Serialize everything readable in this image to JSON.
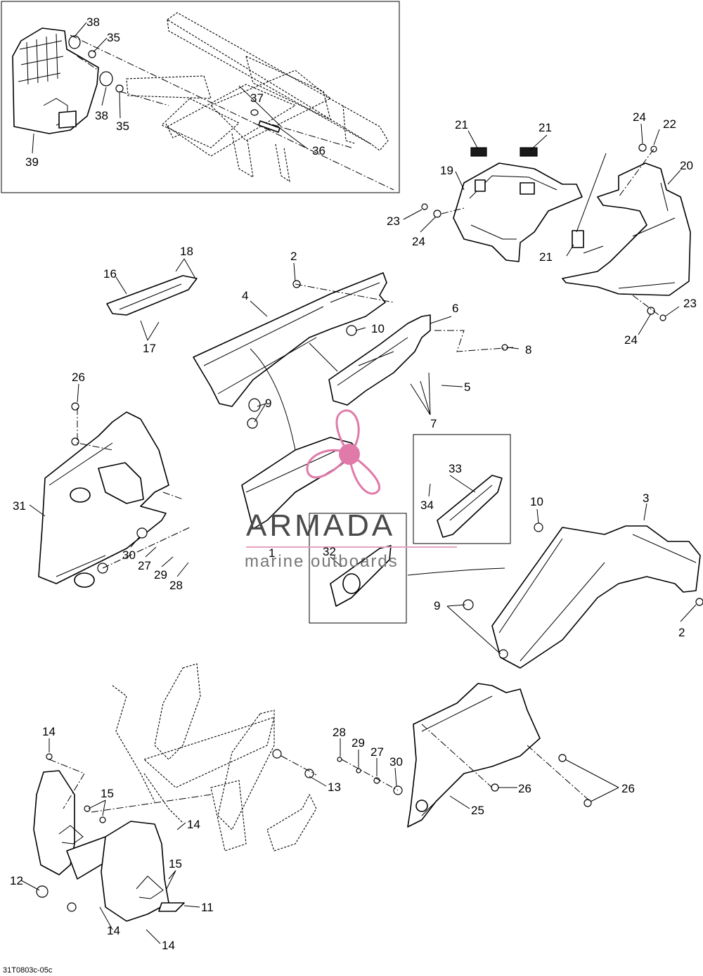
{
  "diagram_code": "31T0803c-05c",
  "watermark": {
    "title": "ARMADA",
    "subtitle": "marine outboards",
    "accent_color": "#e07aa8",
    "line_color": "#e6a2c0"
  },
  "callouts": [
    "38",
    "35",
    "38",
    "35",
    "37",
    "36",
    "39",
    "21",
    "21",
    "24",
    "22",
    "19",
    "20",
    "23",
    "24",
    "21",
    "23",
    "24",
    "18",
    "16",
    "17",
    "2",
    "4",
    "10",
    "6",
    "8",
    "5",
    "7",
    "9",
    "26",
    "31",
    "30",
    "27",
    "29",
    "28",
    "1",
    "33",
    "34",
    "32",
    "10",
    "3",
    "9",
    "2",
    "14",
    "15",
    "13",
    "14",
    "12",
    "15",
    "11",
    "14",
    "14",
    "28",
    "29",
    "27",
    "30",
    "26",
    "26",
    "25"
  ]
}
